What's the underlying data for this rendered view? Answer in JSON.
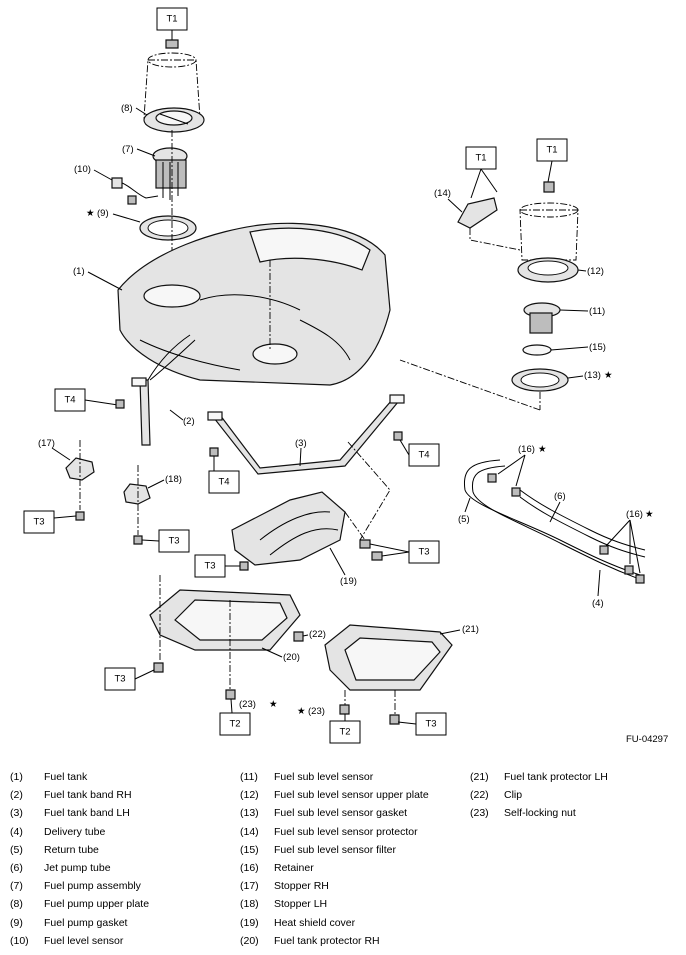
{
  "figure_code": "FU-04297",
  "legend": [
    {
      "num": "(1)",
      "name": "Fuel tank"
    },
    {
      "num": "(2)",
      "name": "Fuel tank band RH"
    },
    {
      "num": "(3)",
      "name": "Fuel tank band LH"
    },
    {
      "num": "(4)",
      "name": "Delivery tube"
    },
    {
      "num": "(5)",
      "name": "Return tube"
    },
    {
      "num": "(6)",
      "name": "Jet pump tube"
    },
    {
      "num": "(7)",
      "name": "Fuel pump assembly"
    },
    {
      "num": "(8)",
      "name": "Fuel pump upper plate"
    },
    {
      "num": "(9)",
      "name": "Fuel pump gasket"
    },
    {
      "num": "(10)",
      "name": "Fuel level sensor"
    },
    {
      "num": "(11)",
      "name": "Fuel sub level sensor"
    },
    {
      "num": "(12)",
      "name": "Fuel sub level sensor upper plate"
    },
    {
      "num": "(13)",
      "name": "Fuel sub level sensor gasket"
    },
    {
      "num": "(14)",
      "name": "Fuel sub level sensor protector"
    },
    {
      "num": "(15)",
      "name": "Fuel sub level sensor filter"
    },
    {
      "num": "(16)",
      "name": "Retainer"
    },
    {
      "num": "(17)",
      "name": "Stopper RH"
    },
    {
      "num": "(18)",
      "name": "Stopper LH"
    },
    {
      "num": "(19)",
      "name": "Heat shield cover"
    },
    {
      "num": "(20)",
      "name": "Fuel tank protector RH"
    },
    {
      "num": "(21)",
      "name": "Fuel tank protector LH"
    },
    {
      "num": "(22)",
      "name": "Clip"
    },
    {
      "num": "(23)",
      "name": "Self-locking nut"
    }
  ],
  "callouts": {
    "c1": "(1)",
    "c2": "(2)",
    "c3": "(3)",
    "c4": "(4)",
    "c5": "(5)",
    "c6": "(6)",
    "c7": "(7)",
    "c8": "(8)",
    "c9": "(9)",
    "c10": "(10)",
    "c11": "(11)",
    "c12": "(12)",
    "c13": "(13)",
    "c14": "(14)",
    "c15": "(15)",
    "c16a": "(16)",
    "c16b": "(16)",
    "c17": "(17)",
    "c18": "(18)",
    "c19": "(19)",
    "c20": "(20)",
    "c21": "(21)",
    "c22": "(22)",
    "c23a": "(23)",
    "c23b": "(23)"
  },
  "star": "★",
  "torque_labels": {
    "t1a": "T1",
    "t1b": "T1",
    "t1c": "T1",
    "t2a": "T2",
    "t2b": "T2",
    "t3a": "T3",
    "t3b": "T3",
    "t3c": "T3",
    "t3d": "T3",
    "t3e": "T3",
    "t3f": "T3",
    "t4a": "T4",
    "t4b": "T4",
    "t4c": "T4"
  }
}
